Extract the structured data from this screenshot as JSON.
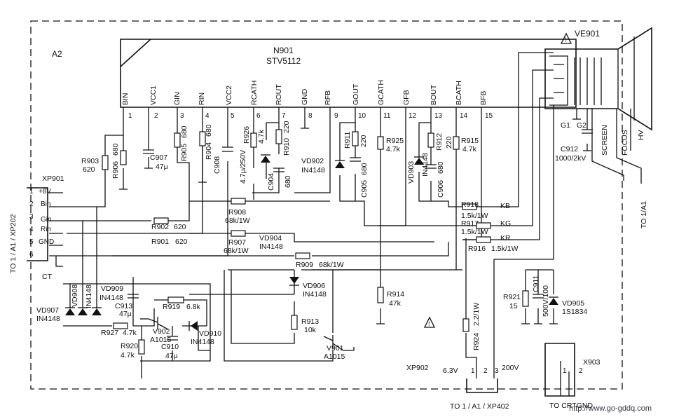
{
  "board_label": "A2",
  "ic": {
    "ref": "N901",
    "part": "STV5112",
    "pins": [
      {
        "num": "1",
        "name": "BIN"
      },
      {
        "num": "2",
        "name": "VCC1"
      },
      {
        "num": "3",
        "name": "GIN"
      },
      {
        "num": "4",
        "name": "RIN"
      },
      {
        "num": "5",
        "name": "VCC2"
      },
      {
        "num": "6",
        "name": "RCATH"
      },
      {
        "num": "7",
        "name": "ROUT"
      },
      {
        "num": "8",
        "name": "GND"
      },
      {
        "num": "9",
        "name": "RFB"
      },
      {
        "num": "10",
        "name": "GOUT"
      },
      {
        "num": "11",
        "name": "GCATH"
      },
      {
        "num": "12",
        "name": "GFB"
      },
      {
        "num": "13",
        "name": "BOUT"
      },
      {
        "num": "14",
        "name": "BCATH"
      },
      {
        "num": "15",
        "name": "BFB"
      }
    ]
  },
  "connector_xp901": {
    "ref": "XP901",
    "side_label": "TO 1 / A1 / XP202",
    "pins": [
      {
        "num": "1",
        "name": "+8V"
      },
      {
        "num": "2",
        "name": "Bin"
      },
      {
        "num": "3",
        "name": "Gin"
      },
      {
        "num": "4",
        "name": "Rin"
      },
      {
        "num": "5",
        "name": "GND"
      },
      {
        "num": "6",
        "name": ""
      }
    ],
    "ct_label": "CT"
  },
  "components": {
    "r903": {
      "ref": "R903",
      "value": "620"
    },
    "r906": {
      "ref": "R906",
      "value": "680"
    },
    "r905": {
      "ref": "R905",
      "value": "680"
    },
    "r904": {
      "ref": "R904",
      "value": "680"
    },
    "c907": {
      "ref": "C907",
      "value": "47μ"
    },
    "c908": {
      "ref": "C908",
      "value": "4.7μ/250V"
    },
    "r926": {
      "ref": "R926",
      "value": "4.7k"
    },
    "r910": {
      "ref": "R910",
      "value": "220"
    },
    "c904": {
      "ref": "C904",
      "value": "680"
    },
    "vd902": {
      "ref": "VD902",
      "value": "IN4148"
    },
    "r911": {
      "ref": "R911",
      "value": "220"
    },
    "c905": {
      "ref": "C905",
      "value": "680"
    },
    "r925": {
      "ref": "R925",
      "value": "4.7k"
    },
    "vd903": {
      "ref": "VD903",
      "value": "IN4148"
    },
    "r912": {
      "ref": "R912",
      "value": "220"
    },
    "c906": {
      "ref": "C906",
      "value": "680"
    },
    "r915": {
      "ref": "R915",
      "value": "4.7k"
    },
    "r908": {
      "ref": "R908",
      "value": "68k/1W"
    },
    "r907": {
      "ref": "R907",
      "value": "68k/1W"
    },
    "r902": {
      "ref": "R902",
      "value": "620"
    },
    "r901": {
      "ref": "R901",
      "value": "620"
    },
    "vd904": {
      "ref": "VD904",
      "value": "IN4148"
    },
    "r918": {
      "ref": "R918",
      "value": "1.5k/1W"
    },
    "r917": {
      "ref": "R917",
      "value": "1.5k/1W"
    },
    "r916": {
      "ref": "R916",
      "value": "1.5k/1W"
    },
    "r909": {
      "ref": "R909",
      "value": "68k/1W"
    },
    "vd906": {
      "ref": "VD906",
      "value": "IN4148"
    },
    "r913": {
      "ref": "R913",
      "value": "10k"
    },
    "r914": {
      "ref": "R914",
      "value": "47k"
    },
    "vd909": {
      "ref": "VD909",
      "value": "IN4148"
    },
    "vd908": {
      "ref": "VD908",
      "value": ""
    },
    "in4148_mid": {
      "value": "IN4148"
    },
    "vd907": {
      "ref": "VD907",
      "value": "IN4148"
    },
    "c913": {
      "ref": "C913",
      "value": "47μ"
    },
    "r919": {
      "ref": "R919",
      "value": "6.8k"
    },
    "v902": {
      "ref": "V902",
      "value": "A1015"
    },
    "vd910": {
      "ref": "VD910",
      "value": "IN4148"
    },
    "c910": {
      "ref": "C910",
      "value": "47μ"
    },
    "r927": {
      "ref": "R927",
      "value": "4.7k"
    },
    "r920": {
      "ref": "R920",
      "value": "4.7k"
    },
    "v901": {
      "ref": "V901",
      "value": "A1015"
    },
    "c912": {
      "ref": "C912",
      "value": "1000/2kV"
    },
    "r921": {
      "ref": "R921",
      "value": "15"
    },
    "c911": {
      "ref": "C911",
      "value": "500V/100"
    },
    "vd905": {
      "ref": "VD905",
      "value": "1S1834"
    },
    "r924": {
      "ref": "R924",
      "value": "2.2/1W"
    }
  },
  "cathode_labels": {
    "kb": "KB",
    "kg": "KG",
    "kr": "KR"
  },
  "crt": {
    "ref": "VE901",
    "g1": "G1",
    "g2": "G2",
    "screen": "SCREEN",
    "focus": "FOCUS",
    "hv": "HV",
    "to_label": "TO 1/A1"
  },
  "xp902": {
    "ref": "XP902",
    "pin1_label": "6.3V",
    "pin3_label": "200V",
    "pins": [
      "1",
      "2",
      "3"
    ],
    "to_label": "TO 1 / A1 / XP402"
  },
  "x903": {
    "ref": "X903",
    "pins": [
      "1",
      "2"
    ],
    "to_label": "TO CRTGND"
  },
  "watermark": "http://www.go-gddq.com"
}
